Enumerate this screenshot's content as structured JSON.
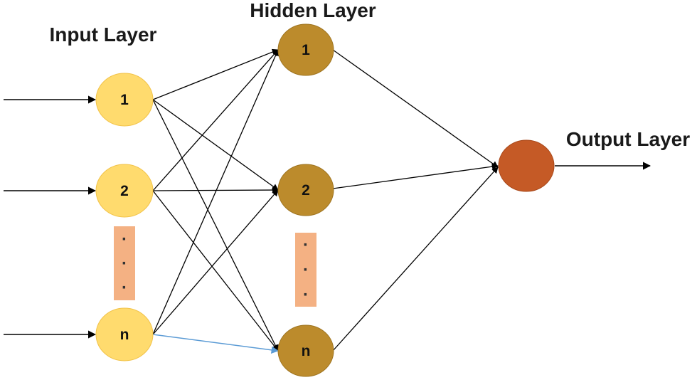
{
  "titles": {
    "input": "Input Layer",
    "hidden": "Hidden Layer",
    "output": "Output Layer"
  },
  "input_nodes": [
    "1",
    "2",
    "n"
  ],
  "hidden_nodes": [
    "1",
    "2",
    "n"
  ],
  "ellipsis": {
    "input": [
      "·",
      "·",
      "·"
    ],
    "hidden": [
      "·",
      "·",
      "·"
    ]
  },
  "colors": {
    "input_node": "#FFDB6E",
    "hidden_node": "#BC8B2C",
    "output_node": "#C55A26",
    "ellipsis_box": "#F4B183",
    "edge": "#000000",
    "highlight_edge": "#5B9BD5"
  },
  "highlighted_edge": {
    "from": "input:n",
    "to": "hidden:n"
  }
}
